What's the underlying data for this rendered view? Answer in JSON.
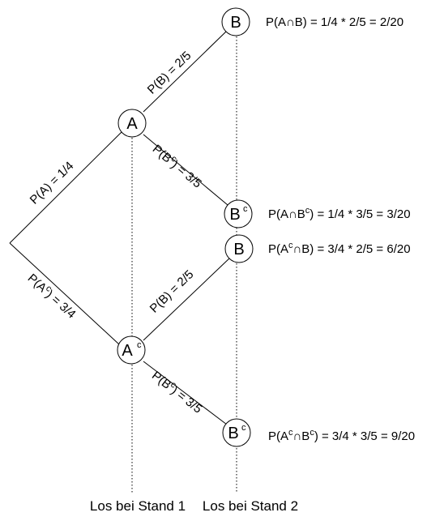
{
  "colors": {
    "line": "#000000",
    "background": "#ffffff"
  },
  "nodes": {
    "a": {
      "base": "A",
      "sup": ""
    },
    "ac": {
      "base": "A",
      "sup": "c"
    },
    "b_top": {
      "base": "B",
      "sup": ""
    },
    "bc_top": {
      "base": "B",
      "sup": "c"
    },
    "b_bottom": {
      "base": "B",
      "sup": ""
    },
    "bc_bottom": {
      "base": "B",
      "sup": "c"
    }
  },
  "edges": {
    "to_a": "P(A) = 1/4",
    "to_ac": {
      "pre": "P(A",
      "sup": "c",
      "post": ") = 3/4"
    },
    "a_b": "P(B) = 2/5",
    "a_bc": {
      "pre": "P(B",
      "sup": "c",
      "post": ") = 3/5"
    },
    "ac_b": "P(B) = 2/5",
    "ac_bc": {
      "pre": "P(B",
      "sup": "c",
      "post": ") = 3/5"
    }
  },
  "outcomes": {
    "ab": {
      "pre": "P(A∩B) = 1/4 * 2/5 = 2/20"
    },
    "abc": {
      "pre": "P(A∩B",
      "sup": "c",
      "post": ") = 1/4 * 3/5 = 3/20"
    },
    "acb": {
      "pre": "P(A",
      "sup": "c",
      "post": "∩B) = 3/4 * 2/5 = 6/20"
    },
    "acbc": {
      "pre": "P(A",
      "sup1": "c",
      "mid": "∩B",
      "sup2": "c",
      "post": ") = 3/4 * 3/5 = 9/20"
    }
  },
  "axis_labels": {
    "stand1": "Los bei Stand 1",
    "stand2": "Los bei Stand 2"
  }
}
